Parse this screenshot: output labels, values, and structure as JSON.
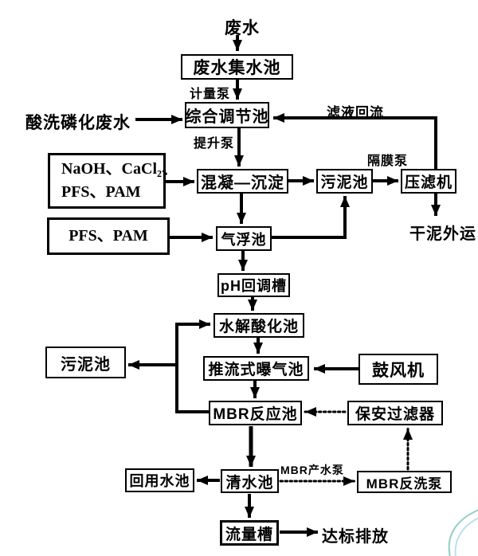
{
  "diagram": {
    "nodes": {
      "collection_tank": "废水集水池",
      "regulation_tank": "综合调节池",
      "coagulation": "混凝—沉淀",
      "sludge_tank_top": "污泥池",
      "filter_press": "压滤机",
      "chemicals1_line1": "NaOH、CaCl₂、",
      "chemicals1_line2": "PFS、PAM",
      "chemicals2": "PFS、PAM",
      "flotation_tank": "气浮池",
      "ph_tank": "pH回调槽",
      "hydrolysis_tank": "水解酸化池",
      "sludge_tank_left": "污泥池",
      "aeration_tank": "推流式曝气池",
      "blower": "鼓风机",
      "mbr_tank": "MBR反应池",
      "security_filter": "保安过滤器",
      "reuse_tank": "回用水池",
      "clear_tank": "清水池",
      "mbr_backwash_pump": "MBR反洗泵",
      "flow_tank": "流量槽"
    },
    "labels": {
      "wastewater_in": "废水",
      "acid_wash_in": "酸洗磷化废水",
      "dry_sludge_out": "干泥外运",
      "discharge_out": "达标排放"
    },
    "edge_labels": {
      "metering_pump": "计量泵",
      "lift_pump": "提升泵",
      "filtrate_return": "滤液回流",
      "diaphragm_pump": "隔膜泵",
      "mbr_product_pump": "MBR产水泵"
    },
    "colors": {
      "line": "#000000",
      "watermark_teal": "#92cfc6",
      "watermark_blue": "#b9e0ee"
    }
  }
}
